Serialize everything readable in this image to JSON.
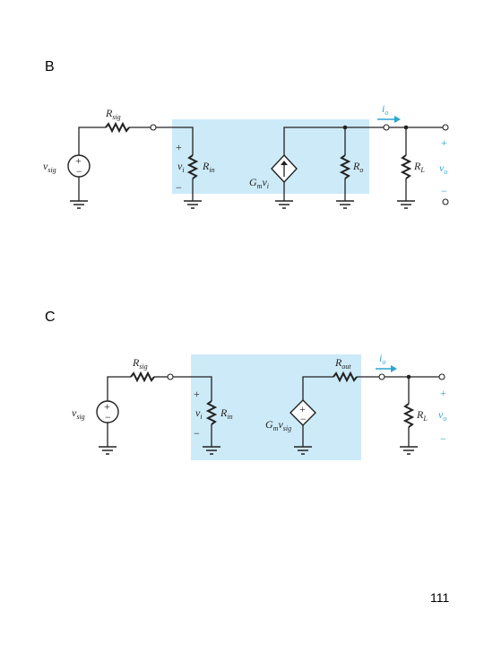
{
  "slide": {
    "page_number": "111"
  },
  "diagrams": [
    {
      "panel_label": "B",
      "r_sig": "R",
      "r_sig_sub": "sig",
      "v_sig": "v",
      "v_sig_sub": "sig",
      "v_i": "v",
      "v_i_sub": "i",
      "r_in": "R",
      "r_in_sub": "in",
      "source_gain": "G",
      "source_gain_sub": "m",
      "source_var": "v",
      "source_var_sub": "i",
      "r_o": "R",
      "r_o_sub": "o",
      "r_l": "R",
      "r_l_sub": "L",
      "i_o": "i",
      "i_o_sub": "o",
      "v_o": "v",
      "v_o_sub": "o",
      "plus": "+",
      "minus": "−"
    },
    {
      "panel_label": "C",
      "r_sig": "R",
      "r_sig_sub": "sig",
      "v_sig": "v",
      "v_sig_sub": "sig",
      "v_i": "v",
      "v_i_sub": "i",
      "r_in": "R",
      "r_in_sub": "in",
      "source_gain": "G",
      "source_gain_sub": "m",
      "source_var": "v",
      "source_var_sub": "sig",
      "r_out": "R",
      "r_out_sub": "out",
      "r_l": "R",
      "r_l_sub": "L",
      "i_o": "i",
      "i_o_sub": "o",
      "v_o": "v",
      "v_o_sub": "o",
      "plus": "+",
      "minus": "−"
    }
  ],
  "colors": {
    "box_fill": "#cdeaf8",
    "accent": "#2aa6cf",
    "wire": "#222222"
  }
}
